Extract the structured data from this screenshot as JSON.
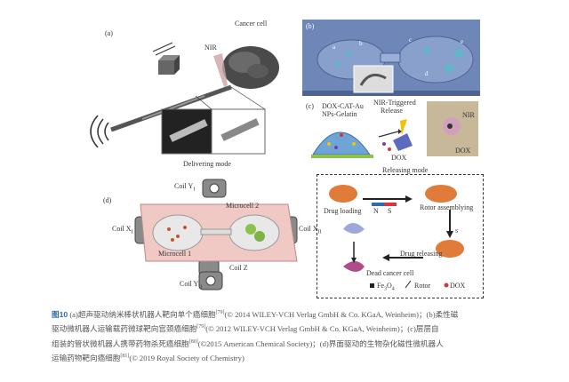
{
  "panels": {
    "a": {
      "label": "(a)",
      "cancer_cell": "Cancer cell",
      "nir": "NIR",
      "delivering_mode": "Delivering mode"
    },
    "b": {
      "label": "(b)",
      "markers": [
        "a",
        "b",
        "c",
        "d",
        "e"
      ]
    },
    "c": {
      "label": "(c)",
      "dox_cat": "DOX-CAT-Au",
      "nps_gelatin": "NPs-Gelatin",
      "nir_triggered": "NIR-Triggered",
      "release": "Release",
      "dox": "DOX",
      "nir": "NIR",
      "dox_photo": "DOX"
    },
    "d": {
      "label": "(d)",
      "coil_y1_main": "Coil Y",
      "coil_y1_sub": "I",
      "coil_x1_main": "Coil X",
      "coil_x1_sub": "I",
      "coil_x2_main": "Coil X",
      "coil_x2_sub": "II",
      "coil_y2_main": "Coil Y",
      "coil_y2_sub": "II",
      "coil_z": "Coil Z",
      "microcell1": "Microcell 1",
      "microcell2": "Microcell 2",
      "releasing_mode": "Releasing mode",
      "drug_loading": "Drug loading",
      "rotor_assembling": "Rotor assemblying",
      "drug_releasing": "Drug releasing",
      "dead_cancer_cell": "Dead cancer cell",
      "n": "N",
      "s": "S",
      "s_small": "S",
      "legend_fe": "Fe",
      "legend_fe_3": "3",
      "legend_fe_o": "O",
      "legend_fe_4": "4",
      "legend_rotor": "Rotor",
      "legend_dox": "DOX"
    }
  },
  "caption": {
    "figure_number": "图10",
    "line1": "(a)超声驱动纳米棒状机器人靶向单个癌细胞",
    "ref1": "[79]",
    "line1b": "(© 2014 WILEY-VCH Verlag GmbH & Co. KGaA, Weinheim)；(b)柔性磁",
    "line2": "驱动微机器人运输载药微球靶向宫颈癌细胞",
    "ref2": "[79]",
    "line2b": "(© 2012 WILEY-VCH Verlag GmbH & Co. KGaA, Weinheim)；(c)层层自",
    "line3": "组装的管状微机器人携带药物杀死癌细胞",
    "ref3": "[80]",
    "line3b": "(©2015 American Chemical Society)；(d)界面驱动的生物杂化磁性微机器人",
    "line4": "运输药物靶向癌细胞",
    "ref4": "[81]",
    "line4b": "(© 2019 Royal Society of Chemistry)"
  },
  "colors": {
    "figure_blue": "#2c6db0",
    "chip_pink": "#f0c9c4",
    "panel_b_blue": "#6f86b8",
    "dox_red": "#d13a3a"
  }
}
